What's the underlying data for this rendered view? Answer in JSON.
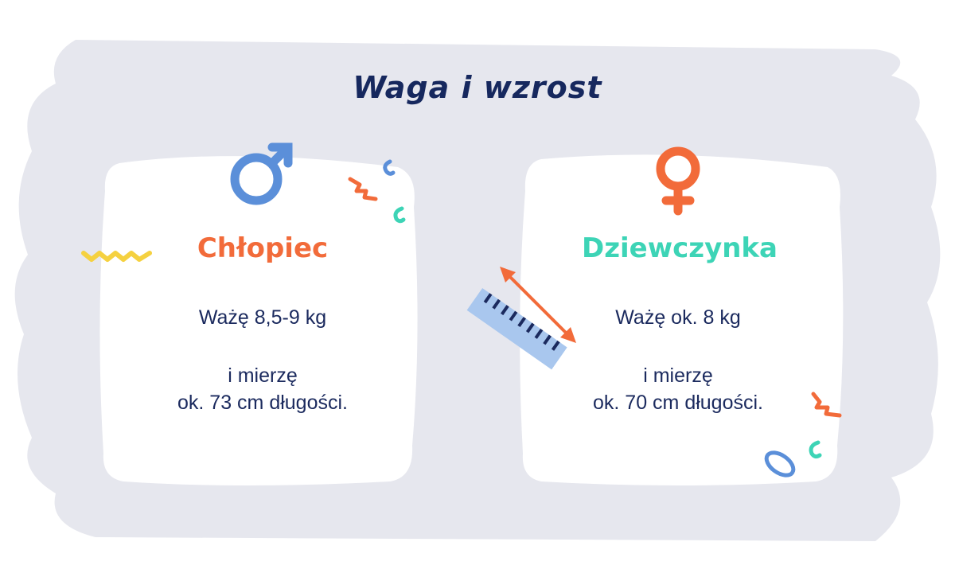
{
  "title": "Waga i wzrost",
  "colors": {
    "background": "#e6e7ee",
    "title": "#16285e",
    "boy_accent": "#f26b3a",
    "girl_accent": "#3dd4b6",
    "male_symbol": "#5b8fd9",
    "female_symbol": "#f26b3a"
  },
  "boy": {
    "icon": "male-symbol-icon",
    "label": "Chłopiec",
    "weight": "Ważę 8,5-9 kg",
    "height_line1": "i mierzę",
    "height_line2": "ok. 73 cm długości."
  },
  "girl": {
    "icon": "female-symbol-icon",
    "label": "Dziewczynka",
    "weight": "Ważę ok. 8 kg",
    "height_line1": "i mierzę",
    "height_line2": "ok. 70 cm długości."
  }
}
